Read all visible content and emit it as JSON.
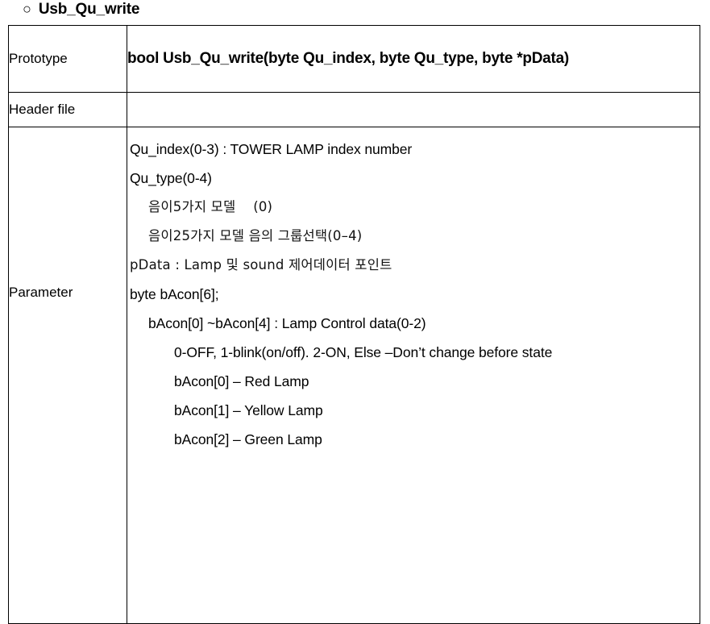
{
  "heading": {
    "bullet": "○",
    "title": "Usb_Qu_write"
  },
  "table": {
    "rows": {
      "prototype": {
        "label": "Prototype",
        "value": "bool Usb_Qu_write(byte Qu_index, byte Qu_type, byte *pData)"
      },
      "header_file": {
        "label": "Header file",
        "value": ""
      },
      "parameter": {
        "label": "Parameter",
        "lines": [
          {
            "text": "Qu_index(0-3) : TOWER LAMP index number",
            "indent": 0,
            "style": "normal"
          },
          {
            "text": "Qu_type(0-4)",
            "indent": 0,
            "style": "normal"
          },
          {
            "text": "음이5가지 모델    (0)",
            "indent": 1,
            "style": "alt"
          },
          {
            "text": "음이25가지 모델 음의 그룹선택(0–4)",
            "indent": 1,
            "style": "alt"
          },
          {
            "text": "pData : Lamp 및 sound 제어데이터 포인트",
            "indent": 0,
            "style": "alt"
          },
          {
            "text": "byte bAcon[6];",
            "indent": 0,
            "style": "normal"
          },
          {
            "text": "bAcon[0] ~bAcon[4] : Lamp Control data(0-2)",
            "indent": 1,
            "style": "normal"
          },
          {
            "text": "0-OFF, 1-blink(on/off). 2-ON, Else –Don’t change before state",
            "indent": 2,
            "style": "normal"
          },
          {
            "text": "bAcon[0] – Red Lamp",
            "indent": 2,
            "style": "normal"
          },
          {
            "text": "bAcon[1] – Yellow Lamp",
            "indent": 2,
            "style": "normal"
          },
          {
            "text": "bAcon[2] – Green Lamp",
            "indent": 2,
            "style": "normal"
          }
        ]
      }
    }
  },
  "colors": {
    "border": "#000000",
    "text": "#000000",
    "background": "#ffffff"
  }
}
